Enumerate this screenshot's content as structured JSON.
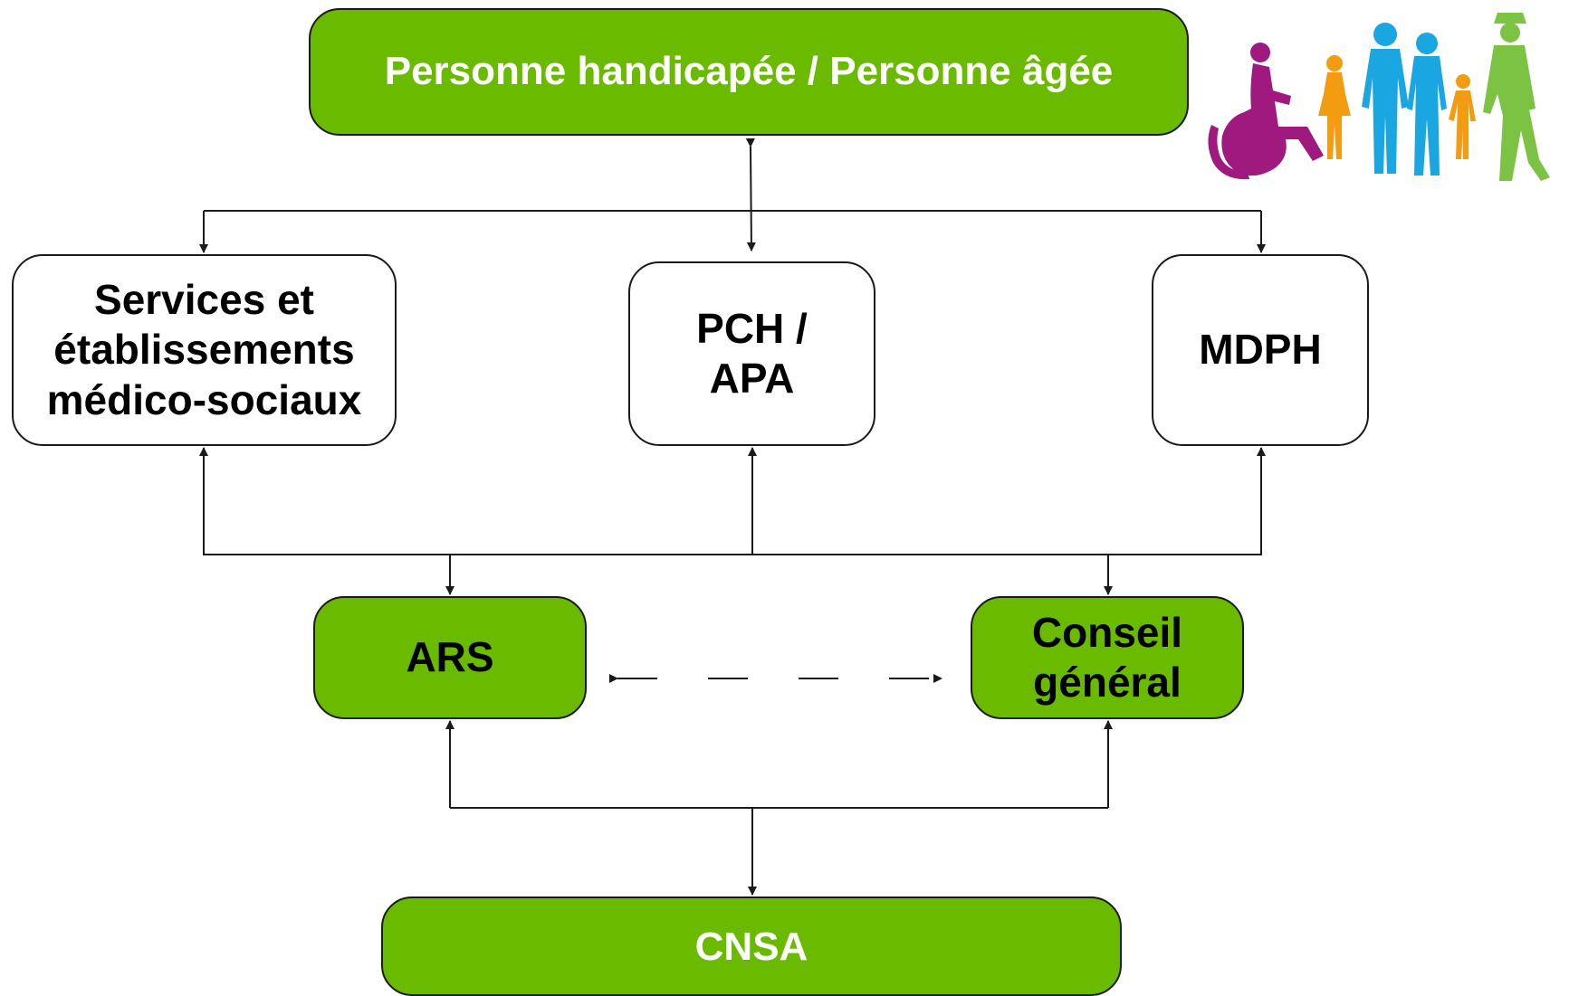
{
  "diagram": {
    "top": {
      "label": "Personne handicapée / Personne âgée"
    },
    "services": {
      "label": "Services et\nétablissements\nmédico-sociaux"
    },
    "pch_apa": {
      "label": "PCH /\nAPA"
    },
    "mdph": {
      "label": "MDPH"
    },
    "ars": {
      "label": "ARS"
    },
    "conseil_general": {
      "label": "Conseil\ngénéral"
    },
    "cnsa": {
      "label": "CNSA"
    }
  },
  "illustration": {
    "icon": "people-family-silhouettes-icon",
    "colors": {
      "wheelchair": "#a0197f",
      "child_orange": "#f39c12",
      "adults_blue": "#1aa6e0",
      "elder_green": "#7cc243"
    }
  },
  "colors": {
    "box_green": "#6aba00",
    "box_white": "#ffffff",
    "stroke": "#1a1a1a"
  }
}
